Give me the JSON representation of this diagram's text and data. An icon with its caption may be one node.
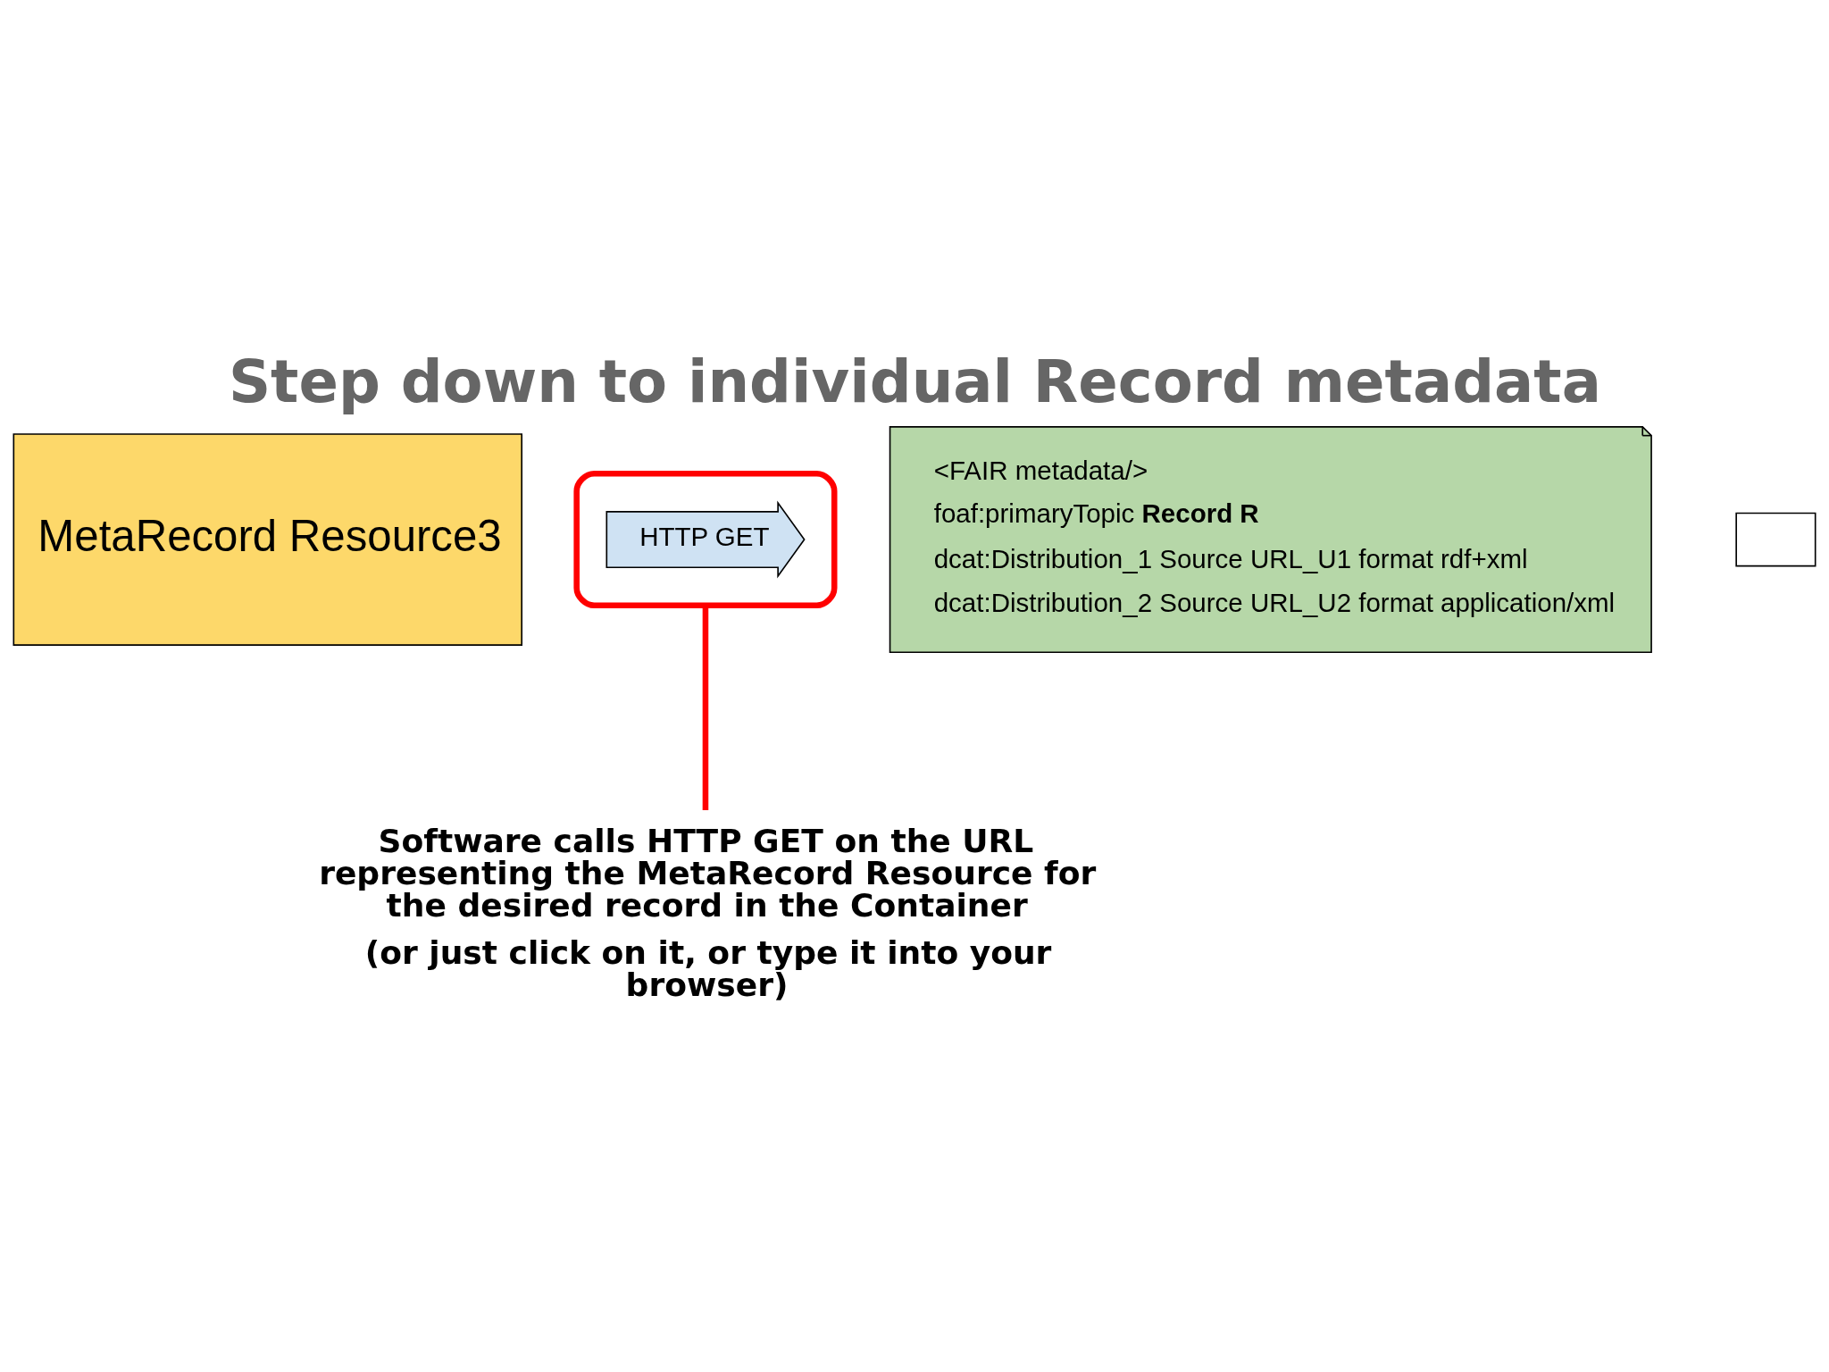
{
  "diagram": {
    "title": "Step down to individual Record metadata",
    "nodes": [
      {
        "text": [
          "MetaRecord Resource3"
        ]
      },
      {
        "text": [],
        "shape": "box"
      },
      {
        "text": [
          "HTTP GET"
        ],
        "in": 1
      },
      {
        "text": [
          "<FAIR metadata/>",
          "foaf:primaryTopic **Record R**",
          "dcat:Distribution_1 Source URL_U1 format rdf+xml",
          "dcat:Distribution_2 Source URL_U2 format application/xml"
        ]
      },
      {
        "text": [],
        "shape": "box"
      },
      {
        "text": [
          "Software calls HTTP GET on the URL representing the MetaRecord Resource for the desired record in the Container",
          "(or just click on it, or type it into your browser)"
        ]
      }
    ],
    "edges": [
      {
        "from": 5,
        "to": 1,
        "arrow": "none",
        "color": "#ff0000"
      }
    ]
  }
}
